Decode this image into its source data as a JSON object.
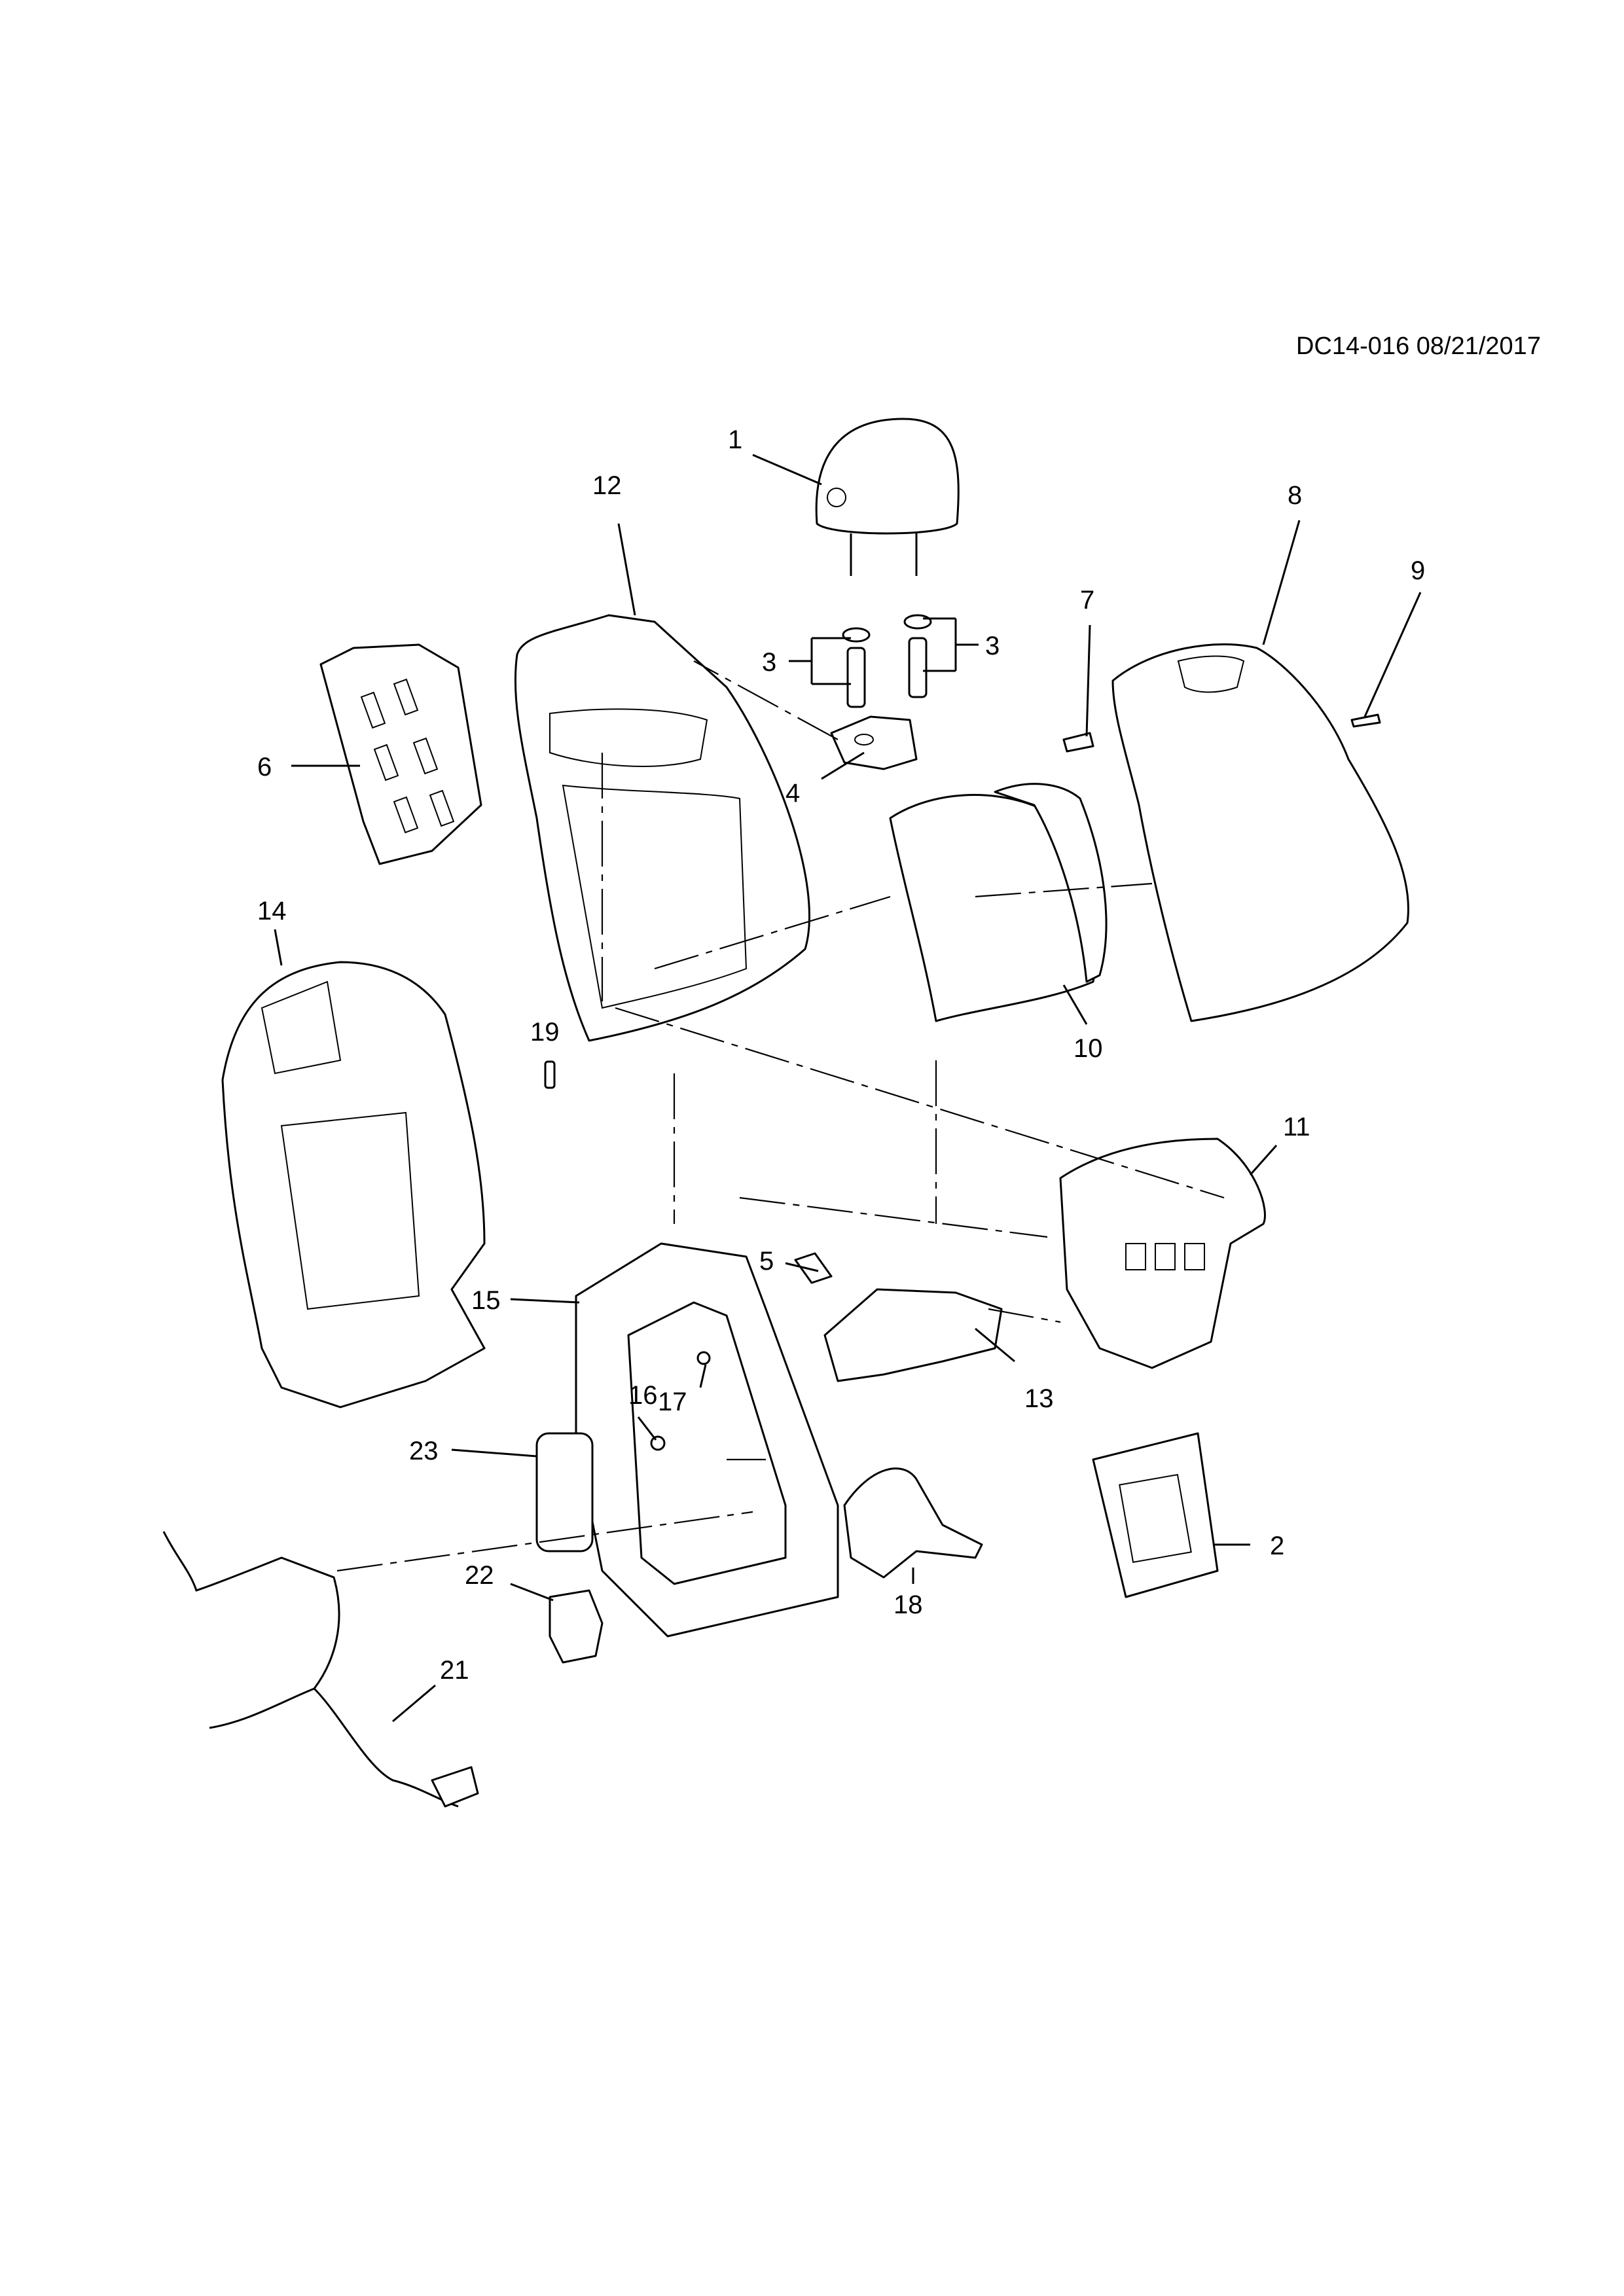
{
  "document": {
    "ref": "DC14-016 08/21/2017"
  },
  "callouts": {
    "c1": "1",
    "c2": "2",
    "c3a": "3",
    "c3b": "3",
    "c4": "4",
    "c5": "5",
    "c6": "6",
    "c7": "7",
    "c8": "8",
    "c9": "9",
    "c10": "10",
    "c11": "11",
    "c12": "12",
    "c13": "13",
    "c14": "14",
    "c15": "15",
    "c16": "16",
    "c17": "17",
    "c18": "18",
    "c19": "19",
    "c21": "21",
    "c22": "22",
    "c23": "23"
  }
}
